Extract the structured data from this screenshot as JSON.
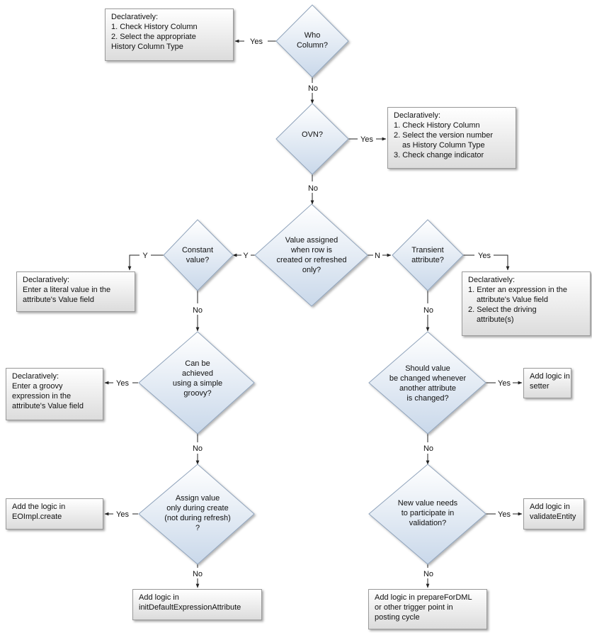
{
  "decisions": {
    "who_column": [
      "Who",
      "Column?"
    ],
    "ovn": [
      "OVN?"
    ],
    "value_assigned": [
      "Value assigned",
      "when row is",
      "created or refreshed",
      "only?"
    ],
    "constant_value": [
      "Constant",
      "value?"
    ],
    "transient_attribute": [
      "Transient",
      "attribute?"
    ],
    "simple_groovy": [
      "Can be",
      "achieved",
      "using a simple",
      "groovy?"
    ],
    "should_change": [
      "Should value",
      "be changed whenever",
      "another attribute",
      "is changed?"
    ],
    "assign_create": [
      "Assign value",
      "only during create",
      "(not during refresh)",
      "?"
    ],
    "new_value_validation": [
      "New value needs",
      "to participate in",
      "validation?"
    ]
  },
  "outcomes": {
    "who_column_yes": [
      "Declaratively:",
      "1. Check History Column",
      "2. Select the appropriate",
      "History Column Type"
    ],
    "ovn_yes": [
      "Declaratively:",
      "1. Check History Column",
      "2. Select the version number",
      "as History Column Type",
      "3. Check change indicator"
    ],
    "constant_yes": [
      "Declaratively:",
      "Enter a literal value in the",
      "attribute's Value field"
    ],
    "transient_yes": [
      "Declaratively:",
      "1. Enter an expression in the",
      "attribute's Value field",
      "2. Select the driving",
      "attribute(s)"
    ],
    "groovy_yes": [
      "Declaratively:",
      "Enter a groovy",
      "expression in the",
      "attribute's Value field"
    ],
    "should_change_yes": [
      "Add logic in",
      "setter"
    ],
    "assign_create_yes": [
      "Add the logic in",
      "EOImpl.create"
    ],
    "assign_create_no": [
      "Add logic in",
      "initDefaultExpressionAttribute"
    ],
    "validation_yes": [
      "Add logic in",
      "validateEntity"
    ],
    "validation_no": [
      "Add logic in prepareForDML",
      "or other trigger point in",
      "posting cycle"
    ]
  },
  "edge_labels": {
    "yes": "Yes",
    "no": "No",
    "y": "Y",
    "n": "N"
  }
}
